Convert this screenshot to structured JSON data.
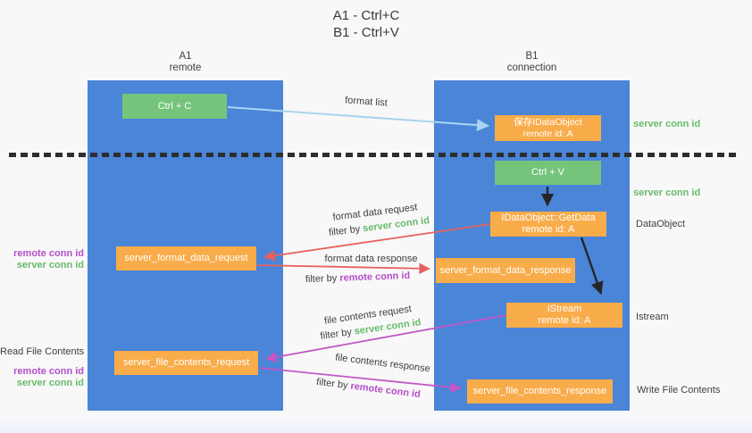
{
  "title": {
    "line1": "A1 - Ctrl+C",
    "line2": "B1 - Ctrl+V"
  },
  "columns": {
    "left": {
      "name": "A1",
      "subtitle": "remote"
    },
    "right": {
      "name": "B1",
      "subtitle": "connection"
    }
  },
  "nodes": {
    "ctrl_c": "Ctrl + C",
    "ctrl_v": "Ctrl + V",
    "save_dataobject": {
      "line1": "保存IDataObject",
      "line2": "remote id: A"
    },
    "getdata": {
      "line1": "IDataObject::GetData",
      "line2": "remote id: A"
    },
    "istream": {
      "line1": "IStream",
      "line2": "remote id: A"
    },
    "server_format_data_request": "server_format_data_request",
    "server_format_data_response": "server_format_data_response",
    "server_file_contents_request": "server_file_contents_request",
    "server_file_contents_response": "server_file_contents_response"
  },
  "flows": {
    "format_list": {
      "label": "format list"
    },
    "format_data_request": {
      "label": "format data request",
      "filter_prefix": "filter by",
      "filter_key": "server conn id"
    },
    "format_data_response": {
      "label": "format data response",
      "filter_prefix": "filter by",
      "filter_key": "remote conn id"
    },
    "file_contents_request": {
      "label": "file contents request",
      "filter_prefix": "filter by",
      "filter_key": "server conn id"
    },
    "file_contents_response": {
      "label": "file contents response",
      "filter_prefix": "filter by",
      "filter_key": "remote conn id"
    }
  },
  "side_labels": {
    "right_server_conn_id_top": "server conn id",
    "right_server_conn_id_mid": "server conn id",
    "dataobject": "DataObject",
    "istream": "Istream",
    "write_file_contents": "Write File Contents",
    "left_remote_conn_id_1": "remote conn id",
    "left_server_conn_id_1": "server conn id",
    "read_file_contents": "Read File Contents",
    "left_remote_conn_id_2": "remote conn id",
    "left_server_conn_id_2": "server conn id"
  },
  "colors": {
    "column_blue": "#4a85d8",
    "box_green": "#76c47c",
    "box_orange": "#f8ac4a",
    "label_green": "#66bb6a",
    "label_purple": "#b44ecb",
    "arrow_red": "#e7625e",
    "arrow_magenta": "#c258c5",
    "arrow_blue": "#a9d4f1",
    "arrow_black": "#262626"
  }
}
